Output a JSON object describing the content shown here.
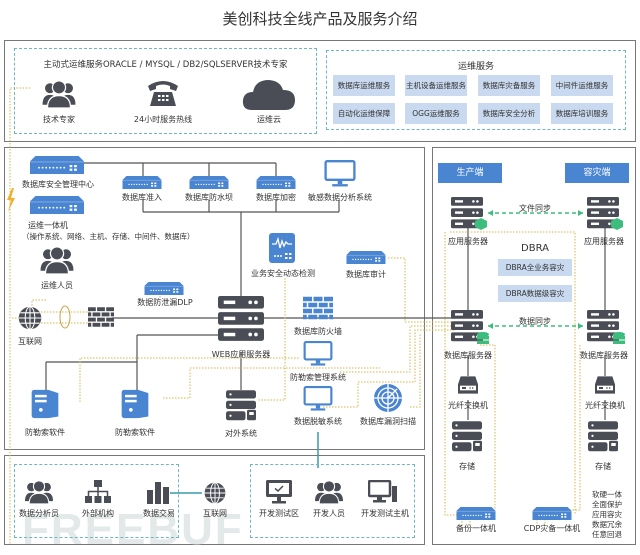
{
  "title": "美创科技全线产品及服务介绍",
  "top_left": {
    "heading": "主动式运维服务ORACLE / MYSQL / DB2/SQLSERVER技术专家",
    "items": [
      {
        "label": "技术专家",
        "icon": "people-icon"
      },
      {
        "label": "24小时服务热线",
        "icon": "telephone-icon"
      },
      {
        "label": "运维云",
        "icon": "cloud-icon"
      }
    ]
  },
  "top_right": {
    "heading": "运维服务",
    "services": [
      "数据库运维服务",
      "主机设备运维服务",
      "数据库灾备服务",
      "中间件运维服务",
      "自动化运维保障",
      "OGG运维服务",
      "数据库安全分析",
      "数据库培训服务"
    ]
  },
  "middle": {
    "security_center": "数据库安全管理中心",
    "ops_machine": "运维一体机",
    "ops_machine_detail": "（操作系统、网络、主机、存储、中间件、数据库）",
    "ops_staff": "运维人员",
    "internet": "互联网",
    "db_access": "数据库准入",
    "db_firewall_water": "数据库防水坝",
    "db_encrypt": "数据库加密",
    "sensitive_analysis": "敏感数据分析系统",
    "biz_detect": "业务安全动态检测",
    "db_audit": "数据库审计",
    "dlp": "数据防泄漏DLP",
    "web_server": "WEB应用服务器",
    "db_firewall": "数据库防火墙",
    "ransom_mgmt": "防勒索管理系统",
    "ransom_soft_1": "防勒索软件",
    "ransom_soft_2": "防勒索软件",
    "external_sys": "对外系统",
    "desensitize": "数据脱敏系统",
    "vuln_scan": "数据库漏洞扫描"
  },
  "right": {
    "prod_tag": "生产端",
    "dr_tag": "容灾端",
    "app_server_left": "应用服务器",
    "app_server_right": "应用服务器",
    "file_sync": "文件同步",
    "dbra": "DBRA",
    "dbra_full": "DBRA全业务容灾",
    "dbra_data": "DBRA数据级容灾",
    "data_sync": "数据同步",
    "db_server_left": "数据库服务器",
    "db_server_right": "数据库服务器",
    "fc_switch_left": "光纤交换机",
    "fc_switch_right": "光纤交换机",
    "storage_left": "存储",
    "storage_right": "存储",
    "backup_machine": "备份一体机",
    "cdp_machine": "CDP灾备一体机",
    "features": [
      "软硬一体",
      "全面保护",
      "应用容灾",
      "数据冗余",
      "任意回退"
    ]
  },
  "bottom": {
    "left_items": [
      "数据分析员",
      "外部机构",
      "数据交易"
    ],
    "internet": "互联网",
    "right_items": [
      "开发测试区",
      "开发人员",
      "开发测试主机"
    ]
  },
  "watermark": "FREEBUF",
  "colors": {
    "blue": "#4a85d1",
    "dark": "#4a4d55",
    "service_bg": "#c9d9ef",
    "dashed": "#6fb7c0",
    "dotted": "#d9b54a",
    "green": "#3dbd7d"
  }
}
